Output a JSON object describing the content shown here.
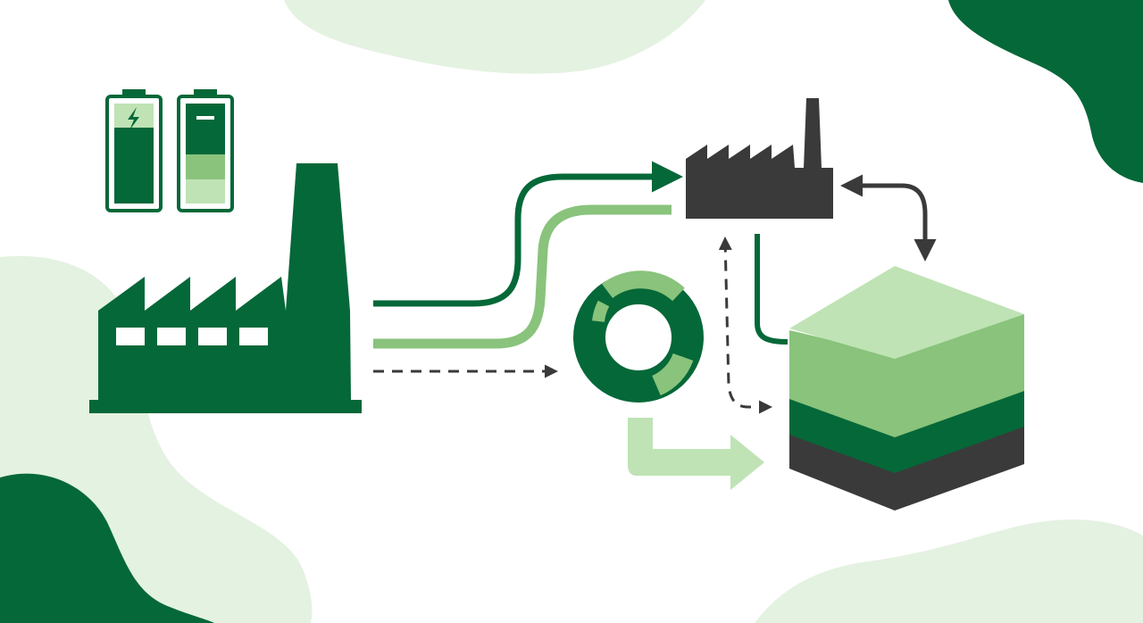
{
  "colors": {
    "dark_green": "#056838",
    "mid_green": "#89c37c",
    "light_green": "#bfe3b5",
    "pale_green": "#e4f2e1",
    "charcoal": "#3a3a3a",
    "background": "#ffffff"
  },
  "icons": {
    "batteries": [
      "battery-charging-icon",
      "battery-recycled-icon"
    ],
    "source_factory": "factory-icon",
    "processing_plant": "factory-icon",
    "recycle_loop": "recycle-cycle-icon",
    "material_stack": "layered-stack-icon"
  },
  "flows": [
    {
      "from": "source_factory",
      "to": "processing_plant",
      "style": "solid",
      "color": "dark_green"
    },
    {
      "from": "source_factory",
      "to": "processing_plant",
      "style": "solid",
      "color": "mid_green"
    },
    {
      "from": "source_factory",
      "to": "recycle_loop",
      "style": "dashed",
      "color": "charcoal"
    },
    {
      "from": "processing_plant",
      "to": "material_stack",
      "style": "bidirectional",
      "color": "charcoal"
    },
    {
      "from": "material_stack",
      "to": "processing_plant",
      "style": "dashed",
      "color": "charcoal"
    },
    {
      "from": "recycle_loop",
      "to": "material_stack",
      "style": "block-arrow",
      "color": "light_green"
    }
  ]
}
